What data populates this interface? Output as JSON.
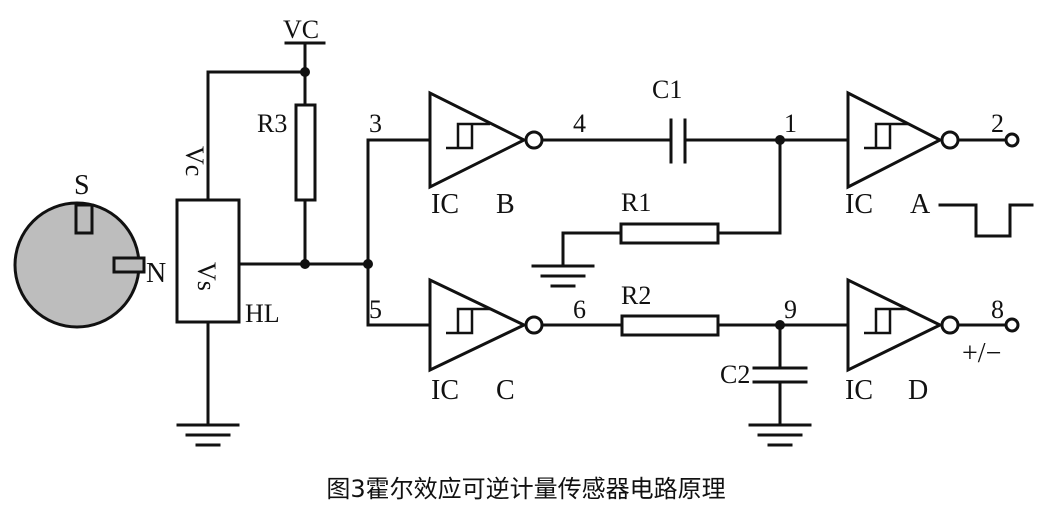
{
  "supply_label": "VC",
  "magnet": {
    "south_label": "S",
    "north_label": "N"
  },
  "sensor": {
    "name": "HL",
    "vc_label": "Vc",
    "vs_label": "Vs"
  },
  "resistors": {
    "r1": "R1",
    "r2": "R2",
    "r3": "R3"
  },
  "capacitors": {
    "c1": "C1",
    "c2": "C2"
  },
  "nodes": {
    "n1": "1",
    "n2": "2",
    "n3": "3",
    "n4": "4",
    "n5": "5",
    "n6": "6",
    "n8": "8",
    "n9": "9"
  },
  "gates": {
    "a": {
      "prefix": "IC",
      "name": "A"
    },
    "b": {
      "prefix": "IC",
      "name": "B"
    },
    "c": {
      "prefix": "IC",
      "name": "C"
    },
    "d": {
      "prefix": "IC",
      "name": "D"
    }
  },
  "output_d_note": "+/−",
  "caption": "图3霍尔效应可逆计量传感器电路原理"
}
